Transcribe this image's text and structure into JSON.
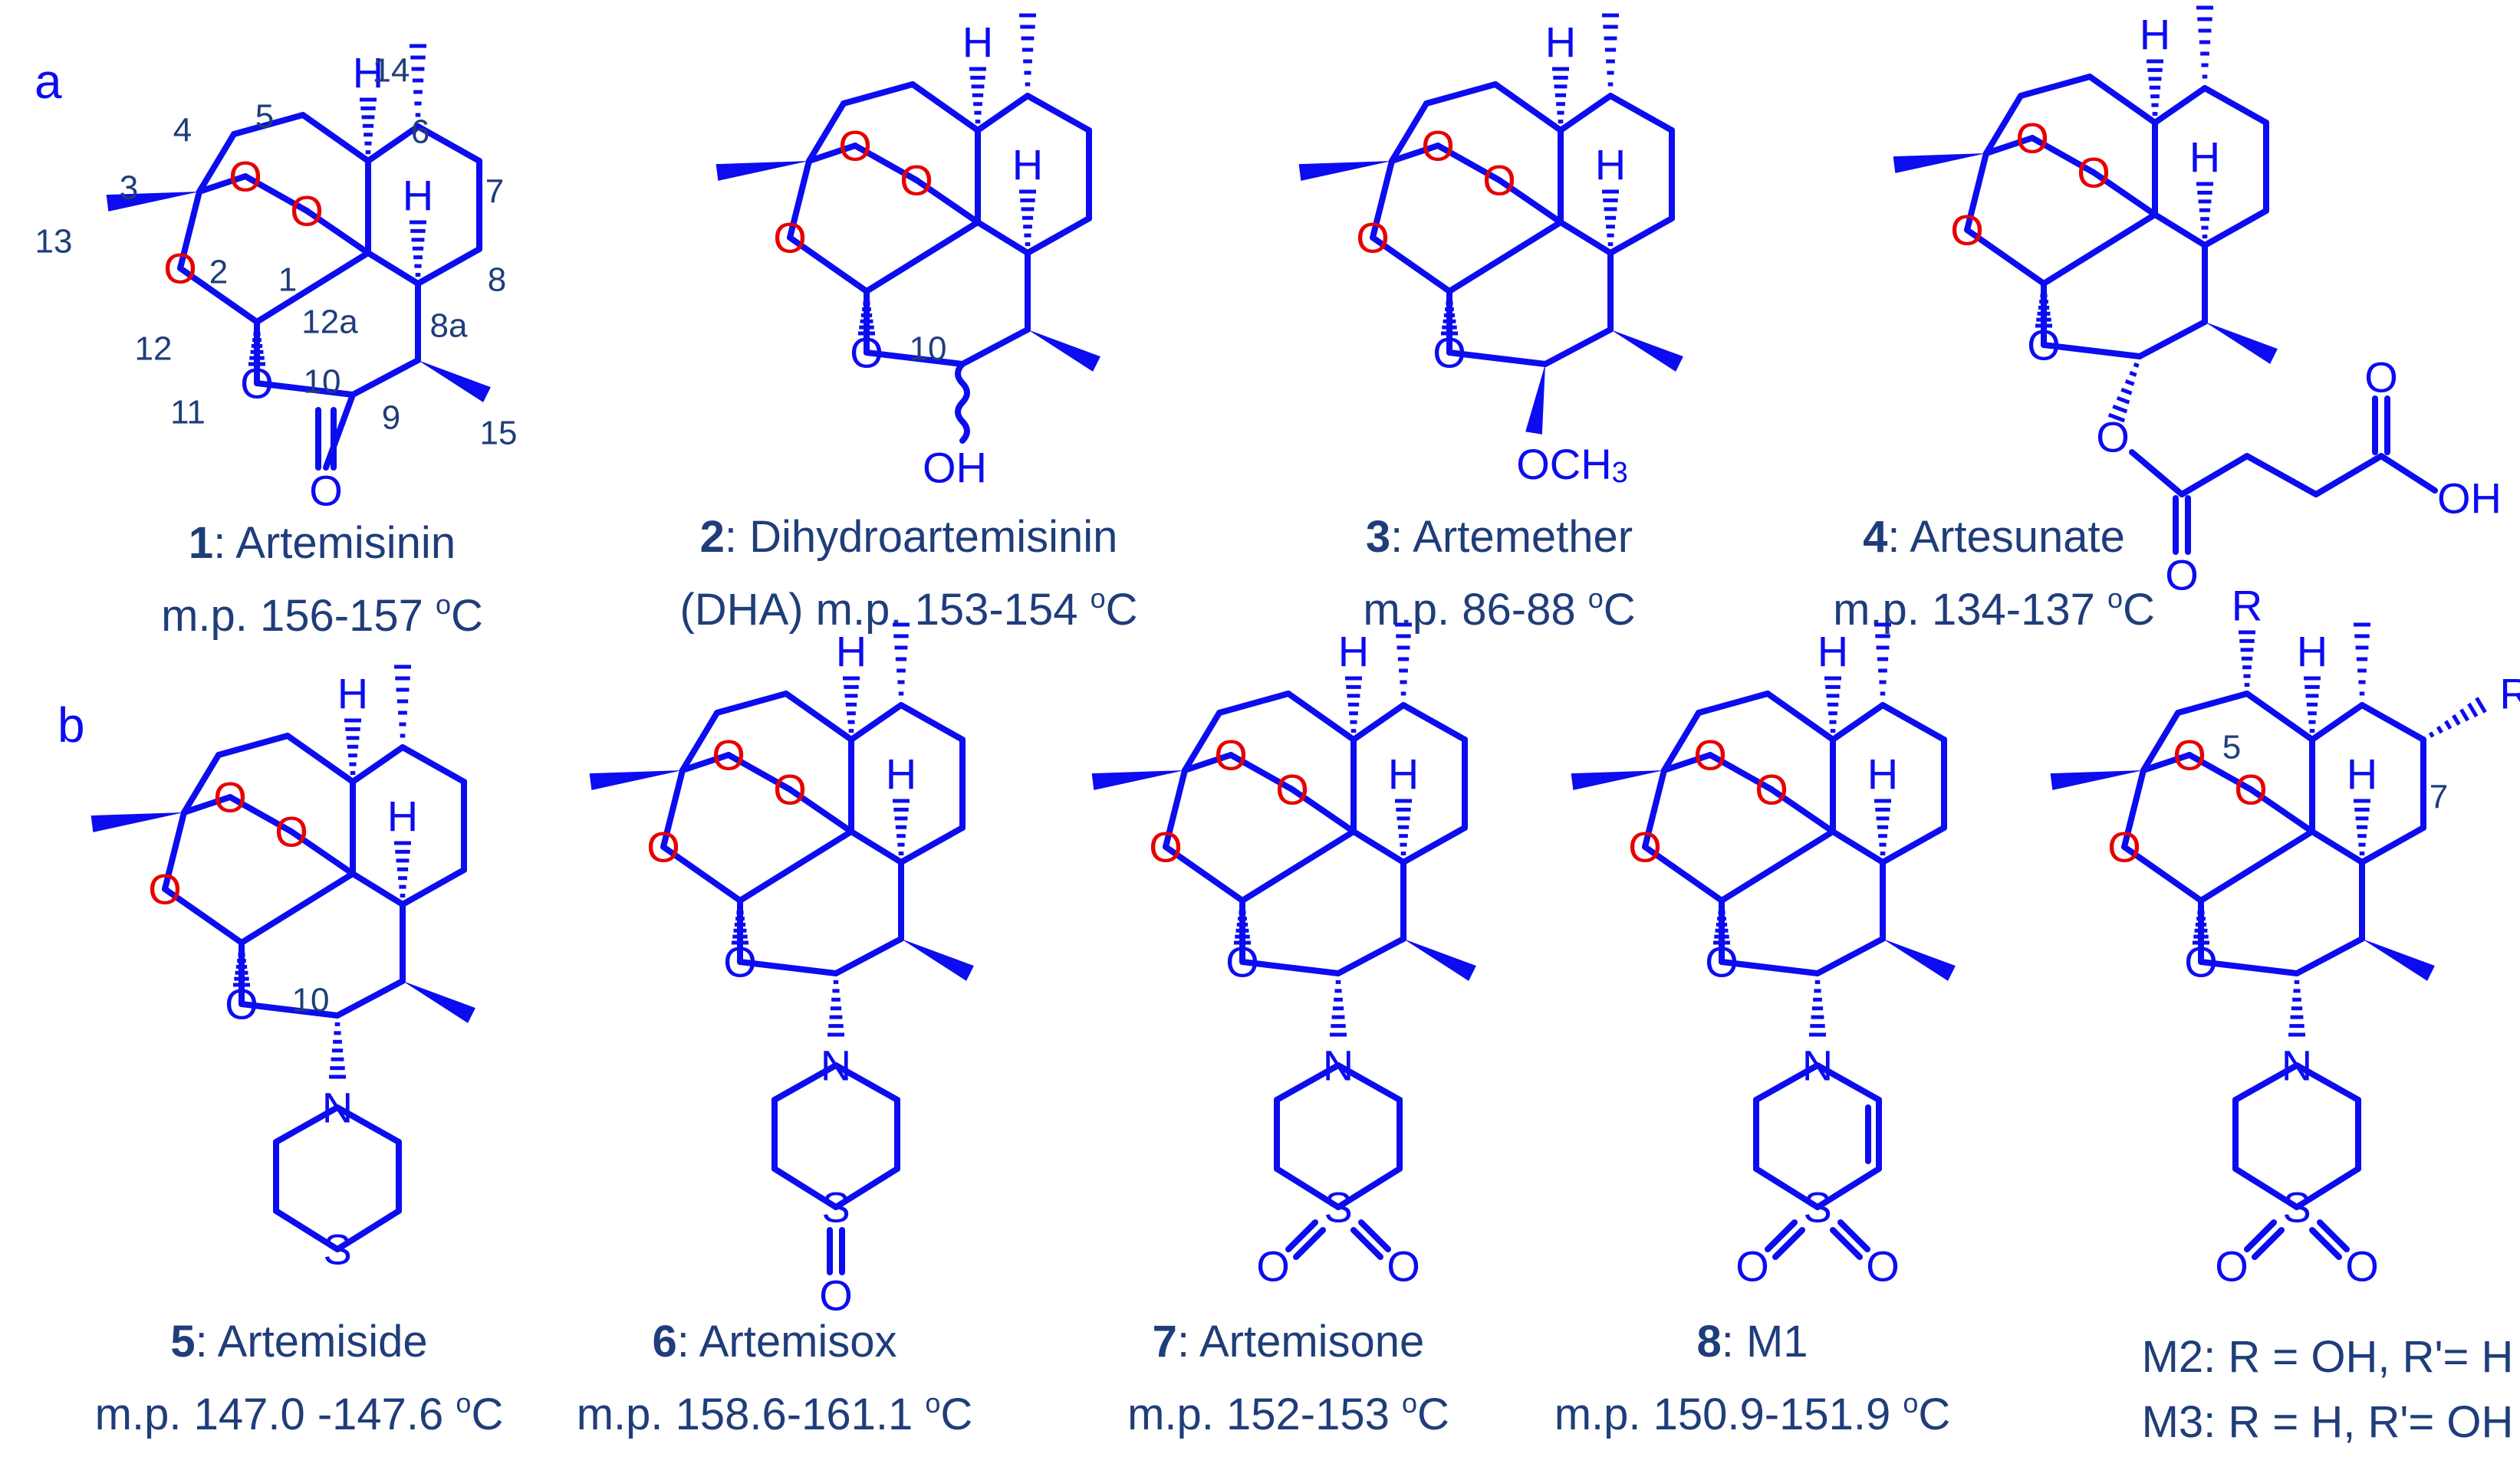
{
  "panels": {
    "a": "a",
    "b": "b"
  },
  "atom_labels": {
    "H": "H",
    "O": "O",
    "OH": "OH",
    "OCH3": "OCH",
    "OCH3_sub": "3",
    "N": "N",
    "S": "S",
    "R": "R",
    "R_prime": "R'"
  },
  "numbering": {
    "n1": "1",
    "n2": "2",
    "n3": "3",
    "n4": "4",
    "n5": "5",
    "n6": "6",
    "n7": "7",
    "n8": "8",
    "n8a": "8a",
    "n9": "9",
    "n10": "10",
    "n11": "11",
    "n12": "12",
    "n12a": "12a",
    "n13": "13",
    "n14": "14",
    "n15": "15"
  },
  "compounds": [
    {
      "number": "1",
      "name": ": Artemisinin",
      "mp_prefix": "m.p. 156-157 ",
      "degree": "o",
      "unit": "C"
    },
    {
      "number": "2",
      "name": ": Dihydroartemisinin",
      "mp_prefix": "(DHA) m.p. 153-154 ",
      "degree": "o",
      "unit": "C"
    },
    {
      "number": "3",
      "name": ": Artemether",
      "mp_prefix": "m.p. 86-88 ",
      "degree": "o",
      "unit": "C"
    },
    {
      "number": "4",
      "name": ": Artesunate",
      "mp_prefix": "m.p. 134-137 ",
      "degree": "o",
      "unit": "C"
    },
    {
      "number": "5",
      "name": ": Artemiside",
      "mp_prefix": "m.p. 147.0 -147.6 ",
      "degree": "o",
      "unit": "C"
    },
    {
      "number": "6",
      "name": ": Artemisox",
      "mp_prefix": "m.p. 158.6-161.1 ",
      "degree": "o",
      "unit": "C"
    },
    {
      "number": "7",
      "name": ": Artemisone",
      "mp_prefix": "m.p. 152-153 ",
      "degree": "o",
      "unit": "C"
    },
    {
      "number": "8",
      "name": ": M1",
      "mp_prefix": "m.p. 150.9-151.9 ",
      "degree": "o",
      "unit": "C"
    }
  ],
  "metabolites": {
    "m2": "M2: R = OH, R'= H",
    "m3": "M3: R = H, R'= OH"
  },
  "colors": {
    "bond": "#0c0cf0",
    "oxygen": "#e60000",
    "label_text": "#1f3d7a"
  }
}
